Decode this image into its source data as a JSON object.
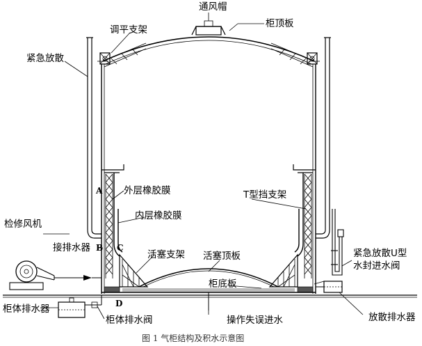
{
  "labels": {
    "vent_cap": "通风帽",
    "roof_plate": "柜顶板",
    "leveling_bracket": "调平支架",
    "emergency_vent": "紧急放散",
    "outer_membrane": "外层橡胶膜",
    "t_bracket": "T型挡支架",
    "inner_membrane": "内层橡胶膜",
    "maintenance_fan": "检修风机",
    "drain_connection": "接排水器",
    "piston_bracket": "活塞支架",
    "piston_top_plate": "活塞顶板",
    "u_seal_valve": "紧急放散U型",
    "u_seal_valve_2": "水封进水阀",
    "bottom_plate": "柜底板",
    "body_drain": "柜体排水器",
    "body_drain_valve": "柜体排水阀",
    "misoperation_water": "操作失误进水",
    "vent_drain": "放散排水器"
  },
  "points": {
    "a": "A",
    "b": "B",
    "c": "C",
    "d": "D"
  },
  "caption": "图 1  气柜结构及积水示意图"
}
